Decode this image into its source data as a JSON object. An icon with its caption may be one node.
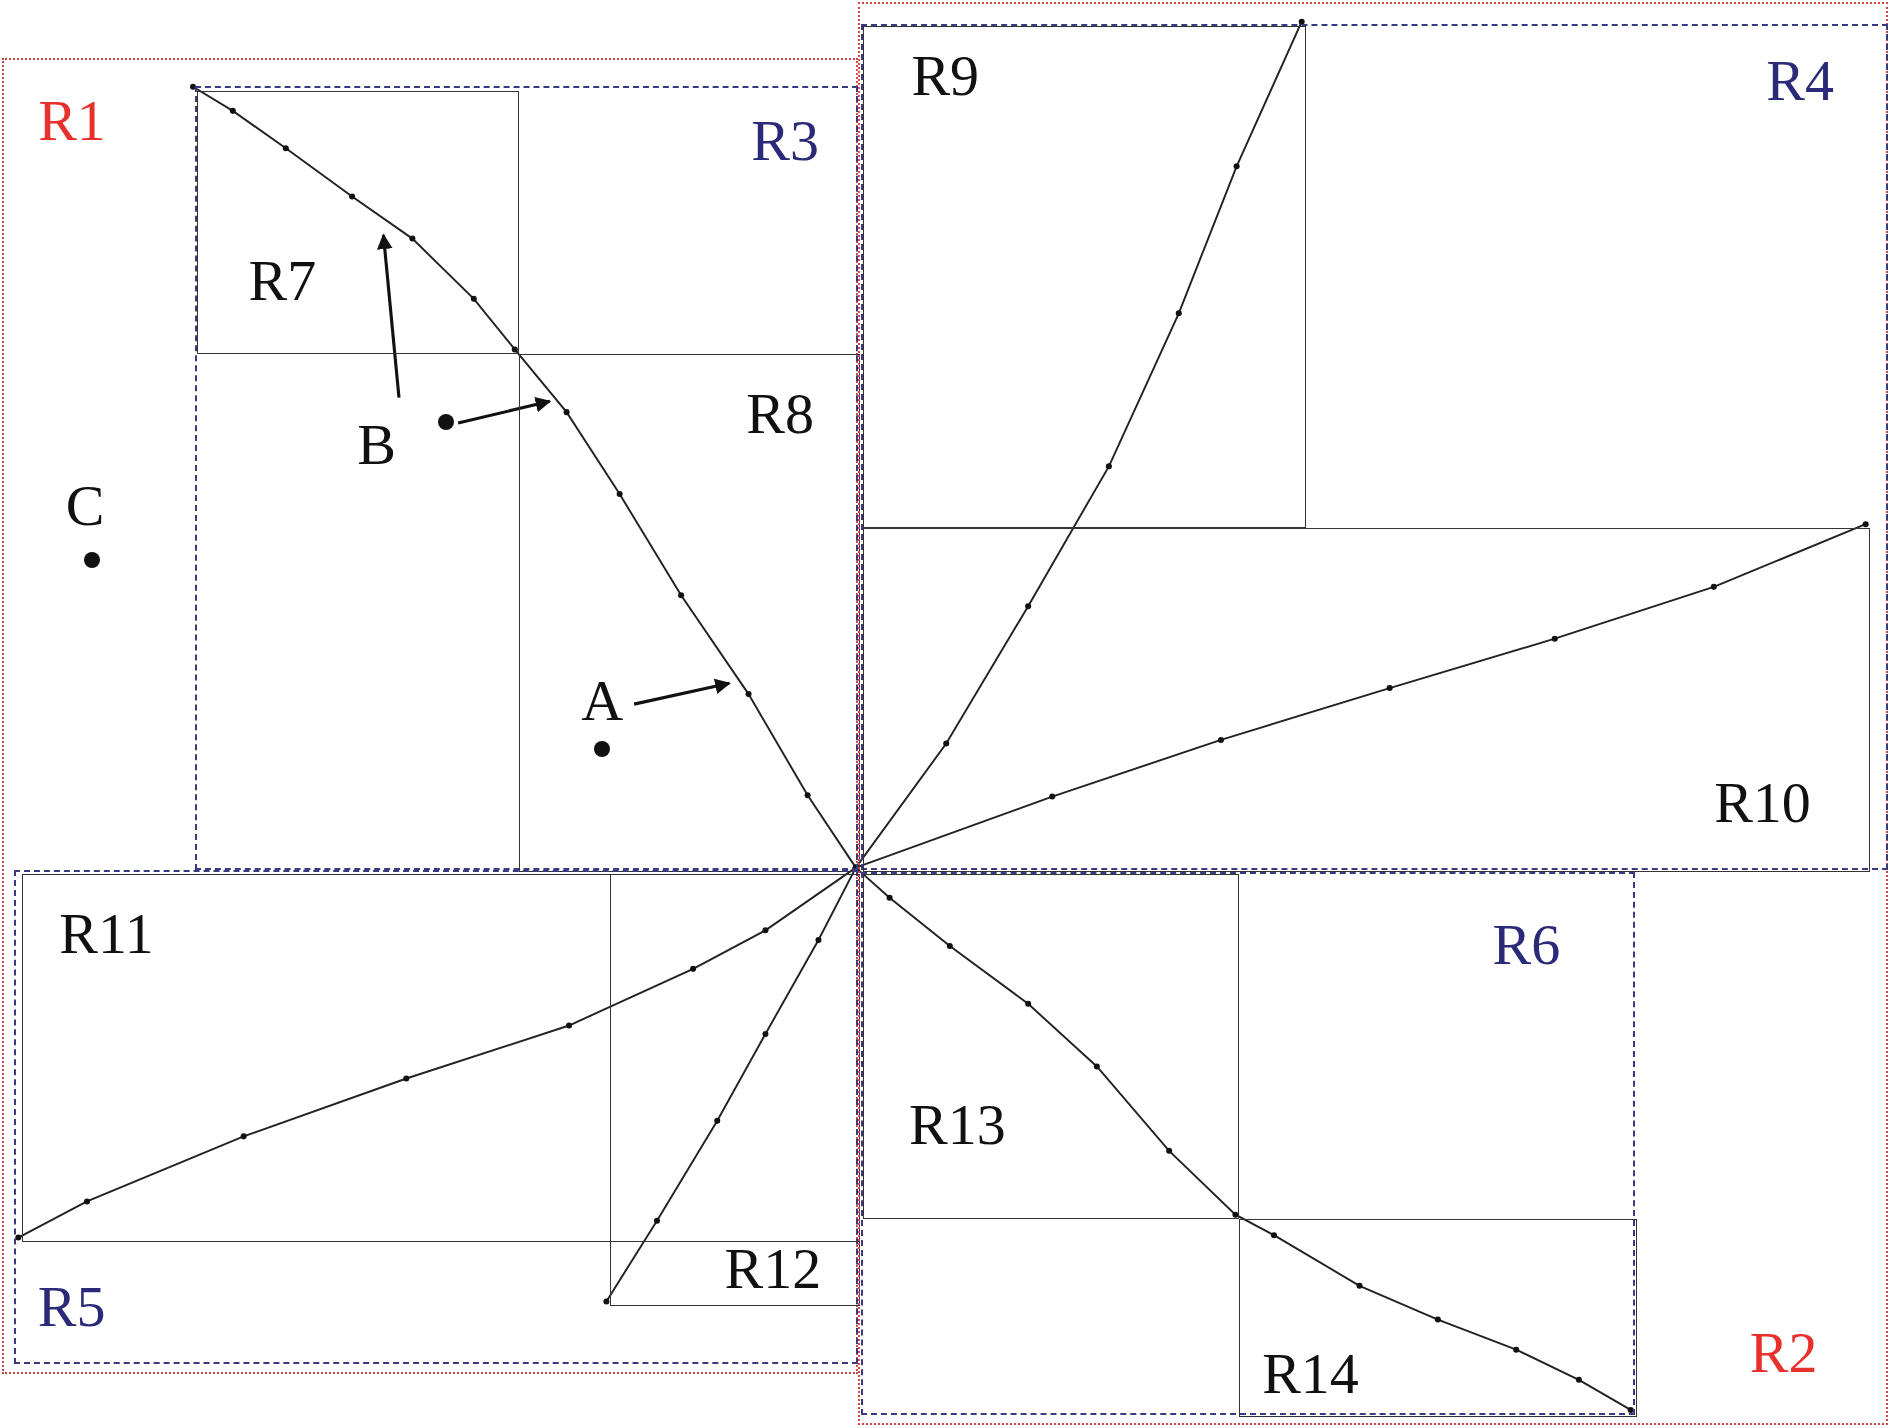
{
  "diagram": {
    "nodes": [
      {
        "text": [
          "R1"
        ]
      },
      {
        "text": [
          "R3"
        ],
        "in": 0
      },
      {
        "text": [
          "R7"
        ],
        "in": 1
      },
      {
        "text": [
          "R8"
        ],
        "in": 1
      },
      {
        "text": [
          "B"
        ],
        "in": 1
      },
      {
        "text": [
          "A"
        ],
        "in": 3
      },
      {
        "text": [
          "C"
        ],
        "in": 0
      },
      {
        "text": [
          "R5"
        ],
        "in": 0
      },
      {
        "text": [
          "R11"
        ],
        "in": 7
      },
      {
        "text": [
          "R12"
        ],
        "in": 7
      },
      {
        "text": [
          "R2"
        ]
      },
      {
        "text": [
          "R4"
        ],
        "in": 10
      },
      {
        "text": [
          "R9"
        ],
        "in": 11
      },
      {
        "text": [
          "R10"
        ],
        "in": 11
      },
      {
        "text": [
          "R6"
        ],
        "in": 10
      },
      {
        "text": [
          "R13"
        ],
        "in": 14
      },
      {
        "text": [
          "R14"
        ],
        "in": 14
      }
    ],
    "edges": [
      {
        "from": 5,
        "to": null,
        "arrow": "to"
      },
      {
        "from": 4,
        "to": 2,
        "arrow": "to"
      },
      {
        "from": 4,
        "to": 3,
        "arrow": "to"
      }
    ]
  }
}
